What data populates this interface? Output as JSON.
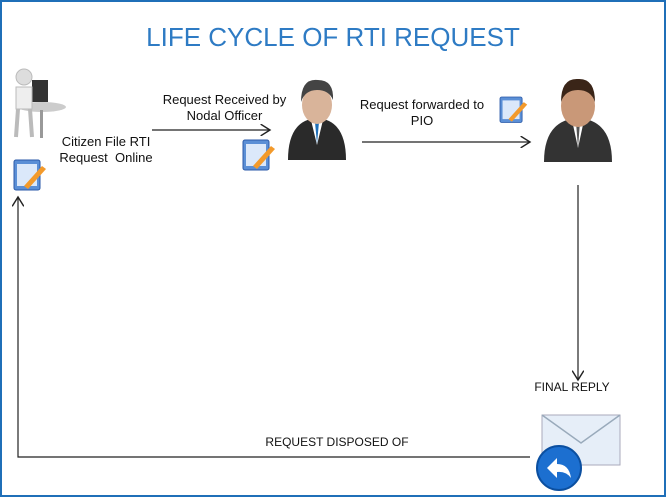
{
  "title": "LIFE CYCLE OF RTI REQUEST",
  "steps": {
    "citizen": [
      "Citizen File RTI",
      "Request  Online"
    ],
    "nodal": [
      "Request Received by",
      "Nodal Officer"
    ],
    "pio": [
      "Request forwarded to",
      "PIO"
    ],
    "final": "FINAL REPLY",
    "disposed": "REQUEST DISPOSED OF"
  },
  "colors": {
    "title": "#2e7bc4",
    "border": "#1f6fb8"
  }
}
